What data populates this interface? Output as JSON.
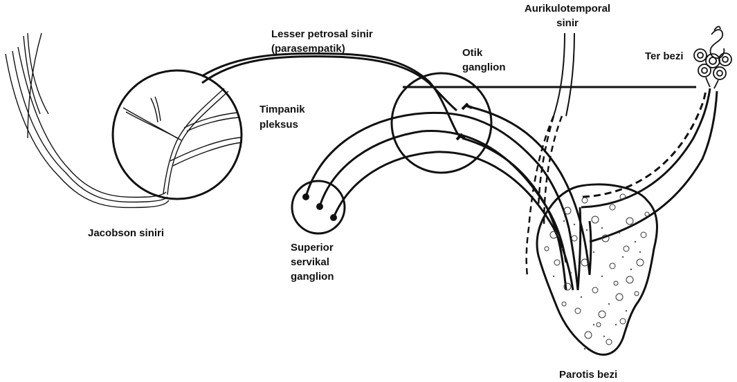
{
  "labels": {
    "lesser_petrosal_line1": "Lesser petrosal sinir",
    "lesser_petrosal_line2": "(parasempatik)",
    "otik_line1": "Otik",
    "otik_line2": "ganglion",
    "aurikulo_line1": "Aurikulotemporal",
    "aurikulo_line2": "sinir",
    "ter_bezi": "Ter bezi",
    "timpanik_line1": "Timpanik",
    "timpanik_line2": "pleksus",
    "jacobson": "Jacobson siniri",
    "superior_line1": "Superior",
    "superior_line2": "servikal",
    "superior_line3": "ganglion",
    "parotis": "Parotis bezi"
  },
  "colors": {
    "ink": "#111111",
    "background": "#ffffff"
  }
}
